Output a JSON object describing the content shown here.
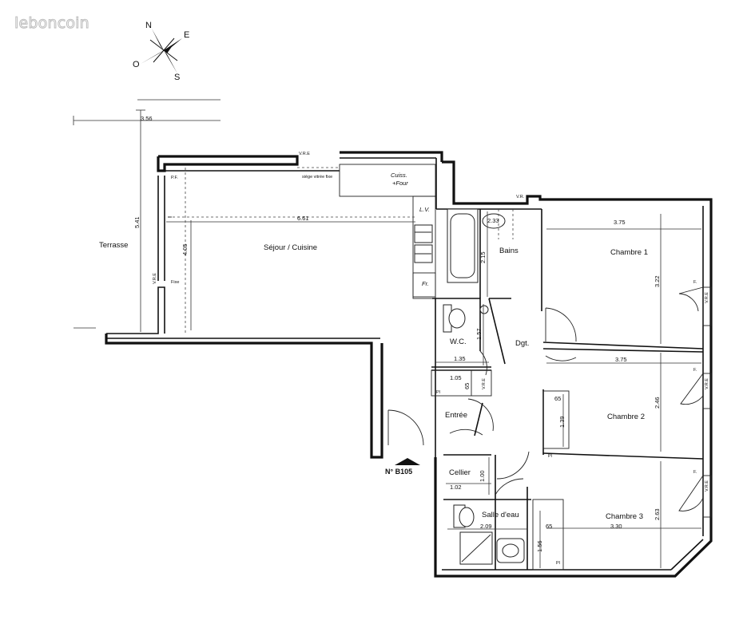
{
  "watermark": "leboncoin",
  "compass": {
    "n": "N",
    "e": "E",
    "s": "S",
    "o": "O"
  },
  "unit_number": "N° B105",
  "rooms": {
    "terrasse": "Terrasse",
    "sejour": "Séjour / Cuisine",
    "bains": "Bains",
    "chambre1": "Chambre 1",
    "wc": "W.C.",
    "dgt": "Dgt.",
    "chambre2": "Chambre 2",
    "entree": "Entrée",
    "cellier": "Cellier",
    "salle_eau": "Salle d'eau",
    "chambre3": "Chambre 3"
  },
  "fixtures": {
    "cuiss": "Cuiss.",
    "four": "+Four",
    "lv": "L.V.",
    "fr": "Fr.",
    "siege": "siège vitrée fixe",
    "fixe": "Fixe",
    "vre": "V.R.E",
    "vr": "V.R.",
    "pf": "P.F.",
    "pl": "Pl",
    "f": "F."
  },
  "dimensions": {
    "terrasse_width": "3.56",
    "terrasse_height": "5.41",
    "sejour_width": "6.61",
    "sejour_height": "4.05",
    "bains_height": "2.15",
    "bains_width": "2.33",
    "chambre1_width": "3.75",
    "chambre1_height": "3.22",
    "wc_width": "1.35",
    "wc_height": "1.57",
    "placard_width": "1.05",
    "placard_depth": "65",
    "chambre2_width": "3.75",
    "chambre2_height": "2.46",
    "chambre2_placard": "65",
    "chambre2_placard_h": "1.39",
    "cellier_width": "1.02",
    "cellier_height": "1.00",
    "salle_eau_width": "2.09",
    "salle_eau_height": "1.56",
    "salle_eau_placard": "65",
    "chambre3_width": "3.30",
    "chambre3_height": "2.63"
  }
}
